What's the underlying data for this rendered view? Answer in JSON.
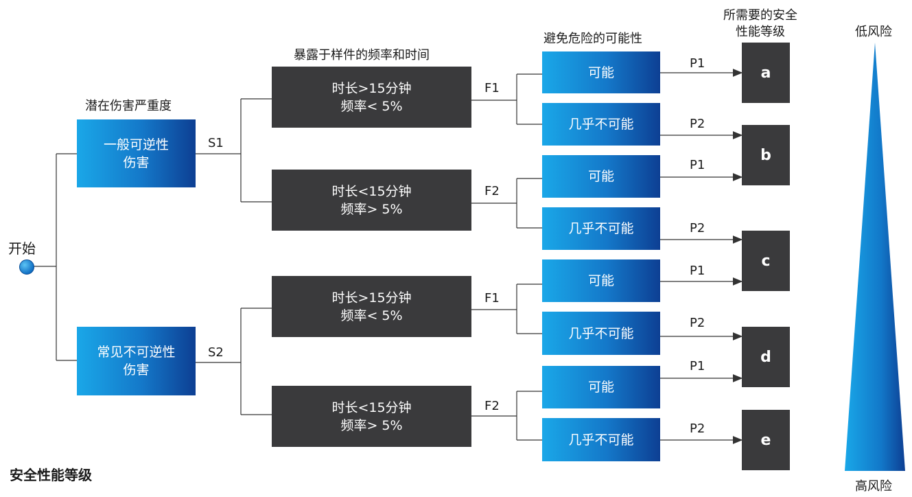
{
  "start_label": "开始",
  "headers": {
    "severity": "潜在伤害严重度",
    "exposure": "暴露于样件的频率和时间",
    "avoidance": "避免危险的可能性",
    "required_level": [
      "所需要的安全",
      "性能等级"
    ],
    "low_risk": "低风险",
    "high_risk": "高风险"
  },
  "severity_boxes": [
    {
      "lines": [
        "一般可逆性",
        "伤害"
      ],
      "branch": "S1"
    },
    {
      "lines": [
        "常见不可逆性",
        "伤害"
      ],
      "branch": "S2"
    }
  ],
  "exposure_boxes": [
    {
      "lines": [
        "时长>15分钟",
        "频率< 5%"
      ],
      "branch": "F1"
    },
    {
      "lines": [
        "时长<15分钟",
        "频率> 5%"
      ],
      "branch": "F2"
    },
    {
      "lines": [
        "时长>15分钟",
        "频率< 5%"
      ],
      "branch": "F1"
    },
    {
      "lines": [
        "时长<15分钟",
        "频率> 5%"
      ],
      "branch": "F2"
    }
  ],
  "avoidance_boxes": [
    {
      "label": "可能",
      "branch": "P1"
    },
    {
      "label": "几乎不可能",
      "branch": "P2"
    },
    {
      "label": "可能",
      "branch": "P1"
    },
    {
      "label": "几乎不可能",
      "branch": "P2"
    },
    {
      "label": "可能",
      "branch": "P1"
    },
    {
      "label": "几乎不可能",
      "branch": "P2"
    },
    {
      "label": "可能",
      "branch": "P1"
    },
    {
      "label": "几乎不可能",
      "branch": "P2"
    }
  ],
  "levels": [
    "a",
    "b",
    "c",
    "d",
    "e"
  ],
  "footer_title": "安全性能等级",
  "colors": {
    "blue_start": "#1aa7e8",
    "blue_end": "#0d3f93",
    "dark": "#3a3a3c"
  }
}
